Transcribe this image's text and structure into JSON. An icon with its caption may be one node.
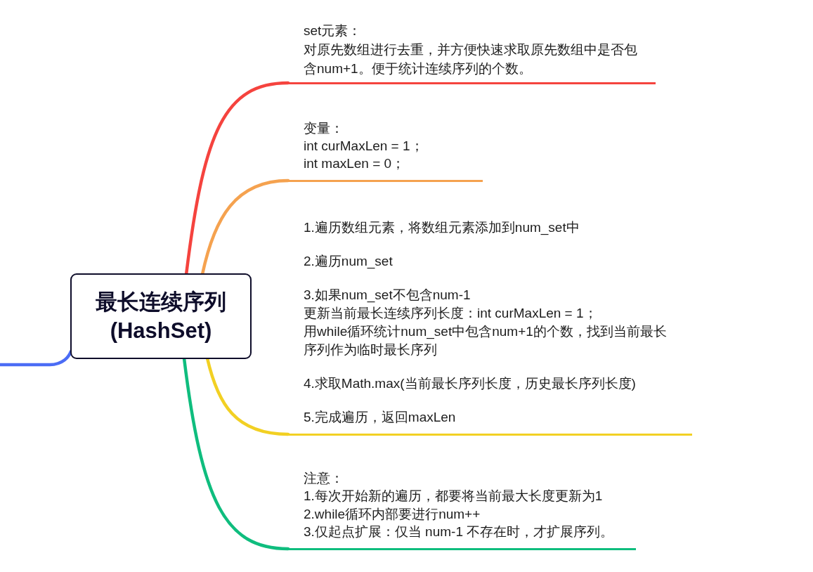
{
  "diagram": {
    "nodes": [
      {
        "text": [
          "最长连续序列(HashSet)"
        ]
      },
      {
        "text": [
          "set元素：",
          "对原先数组进行去重，并方便快速求取原先数组中是否包含num+1。便于统计连续序列的个数。"
        ]
      },
      {
        "text": [
          "变量：",
          "int curMaxLen = 1；",
          "int maxLen = 0；"
        ]
      },
      {
        "text": [
          "1.遍历数组元素，将数组元素添加到num_set中",
          "2.遍历num_set",
          "3.如果num_set不包含num-1",
          "更新当前最长连续序列长度：int curMaxLen = 1；",
          "用while循环统计num_set中包含num+1的个数，找到当前最长序列作为临时最长序列",
          "4.求取Math.max(当前最长序列长度，历史最长序列长度)",
          "5.完成遍历，返回maxLen"
        ]
      },
      {
        "text": [
          "注意：",
          "1.每次开始新的遍历，都要将当前最大长度更新为1",
          "2.while循环内部要进行num++",
          "3.仅起点扩展：仅当 num-1 不存在时，才扩展序列。"
        ]
      }
    ],
    "edges": [
      {
        "from": null,
        "to": 0,
        "arrow": "none",
        "color": "#4b6cf5"
      },
      {
        "from": 0,
        "to": 1,
        "arrow": "none",
        "color": "#f5433e"
      },
      {
        "from": 0,
        "to": 2,
        "arrow": "none",
        "color": "#f5a24f"
      },
      {
        "from": 0,
        "to": 3,
        "arrow": "none",
        "color": "#f2d023"
      },
      {
        "from": 0,
        "to": 4,
        "arrow": "none",
        "color": "#0fbd7e"
      }
    ]
  }
}
